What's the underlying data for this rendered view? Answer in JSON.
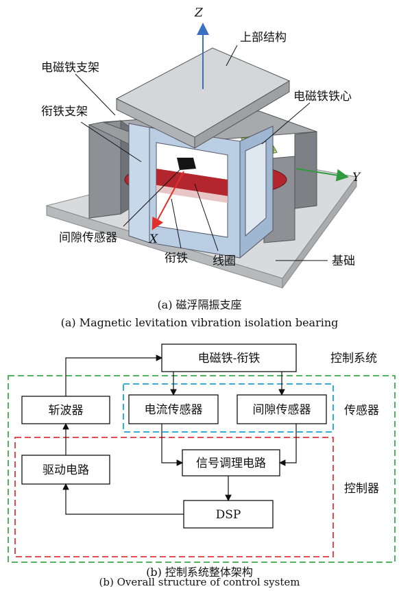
{
  "figure_a": {
    "axes": {
      "z": "Z",
      "y": "Y",
      "x": "X"
    },
    "labels": {
      "upper_structure": "上部结构",
      "em_bracket": "电磁铁支架",
      "armature_bracket": "衔铁支架",
      "em_core": "电磁铁铁心",
      "gap_sensor": "间隙传感器",
      "armature": "衔铁",
      "coil": "线圈",
      "foundation": "基础"
    },
    "caption_cn": "(a) 磁浮隔振支座",
    "caption_en": "(a) Magnetic levitation vibration isolation bearing"
  },
  "figure_b": {
    "boxes": {
      "em_armature": "电磁铁-衔铁",
      "chopper": "斩波器",
      "current_sensor": "电流传感器",
      "gap_sensor": "间隙传感器",
      "signal_cond": "信号调理电路",
      "drive": "驱动电路",
      "dsp": "DSP"
    },
    "group_labels": {
      "control_system": "控制系统",
      "sensor": "传感器",
      "controller": "控制器"
    },
    "caption_cn": "(b) 控制系统整体架构",
    "caption_en": "(b) Overall structure of control system"
  },
  "colors": {
    "green_dash": "#3daa4a",
    "cyan_dash": "#1aa3d8",
    "red_dash": "#e0363b",
    "frame_blue": "#b9cde3",
    "frame_gray": "#8e9095",
    "coil_red": "#b3262e",
    "axis_blue": "#3a6fc4",
    "axis_green": "#2f9a3e",
    "axis_red": "#e0302a"
  }
}
